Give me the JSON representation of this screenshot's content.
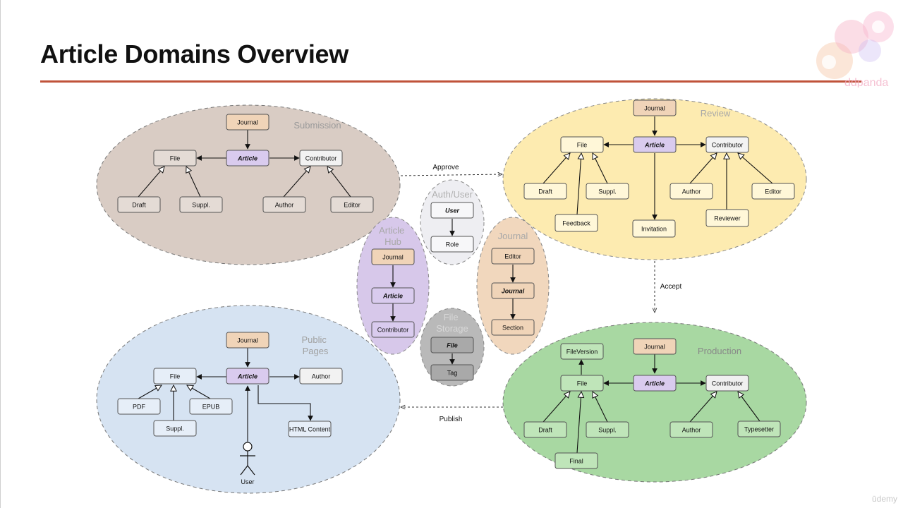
{
  "title": "Article Domains Overview",
  "watermark": "ūdemy",
  "logo_text": "ddpanda",
  "relations": {
    "approve": "Approve",
    "accept": "Accept",
    "publish": "Publish"
  },
  "domains": {
    "submission": {
      "name": "Submission",
      "color": "#d9ccc4",
      "nodes": {
        "journal": "Journal",
        "article": "Article",
        "file": "File",
        "contributor": "Contributor",
        "draft": "Draft",
        "suppl": "Suppl.",
        "author": "Author",
        "editor": "Editor"
      }
    },
    "review": {
      "name": "Review",
      "color": "#fdebb0",
      "nodes": {
        "journal": "Journal",
        "article": "Article",
        "file": "File",
        "contributor": "Contributor",
        "draft": "Draft",
        "suppl": "Suppl.",
        "feedback": "Feedback",
        "invitation": "Invitation",
        "author": "Author",
        "reviewer": "Reviewer",
        "editor": "Editor"
      }
    },
    "public_pages": {
      "name": "Public\nPages",
      "color": "#d6e3f2",
      "nodes": {
        "journal": "Journal",
        "article": "Article",
        "file": "File",
        "author": "Author",
        "pdf": "PDF",
        "epub": "EPUB",
        "suppl": "Suppl.",
        "html": "HTML Content",
        "user": "User"
      }
    },
    "production": {
      "name": "Production",
      "color": "#a8d8a2",
      "nodes": {
        "journal": "Journal",
        "article": "Article",
        "fileversion": "FileVersion",
        "file": "File",
        "contributor": "Contributor",
        "draft": "Draft",
        "suppl": "Suppl.",
        "final": "Final",
        "author": "Author",
        "typesetter": "Typesetter"
      }
    },
    "article_hub": {
      "name": "Article\nHub",
      "color": "#d7c8ea",
      "nodes": {
        "journal": "Journal",
        "article": "Article",
        "contributor": "Contributor"
      }
    },
    "auth_user": {
      "name": "Auth/User",
      "color": "#eeeef2",
      "nodes": {
        "user": "User",
        "role": "Role"
      }
    },
    "journal": {
      "name": "Journal",
      "color": "#f1d7bd",
      "nodes": {
        "editor": "Editor",
        "journal": "Journal",
        "section": "Section"
      }
    },
    "file_storage": {
      "name": "File\nStorage",
      "color": "#b9b9b9",
      "nodes": {
        "file": "File",
        "tag": "Tag"
      }
    }
  },
  "node_colors": {
    "journal": "#f0d4b8",
    "article": "#d9cbee",
    "default": "#ffffff"
  }
}
